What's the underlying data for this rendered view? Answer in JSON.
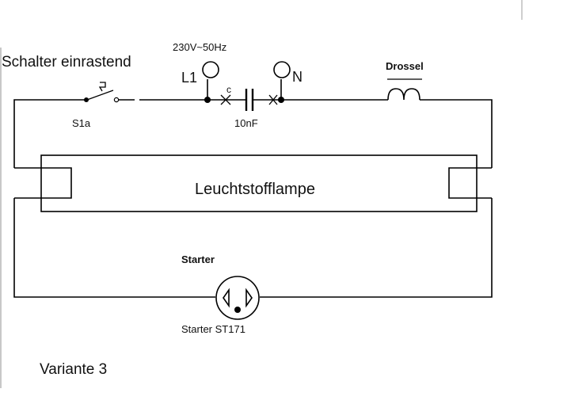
{
  "labels": {
    "switch_title": "Schalter einrastend",
    "switch_id": "S1a",
    "supply": "230V~50Hz",
    "terminal_l1": "L1",
    "terminal_n": "N",
    "capacitor_mark": "c",
    "capacitor_value": "10nF",
    "choke": "Drossel",
    "lamp": "Leuchtstofflampe",
    "starter_title": "Starter",
    "starter_type": "Starter ST171",
    "variant": "Variante 3"
  },
  "colors": {
    "line": "#000000",
    "background": "#ffffff"
  }
}
